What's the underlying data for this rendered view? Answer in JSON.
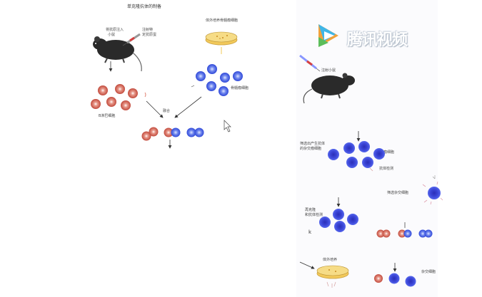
{
  "title": "单克隆抗体的制备",
  "mouse_labels": [
    "将抗原注入",
    "小鼠"
  ],
  "injection_labels": [
    "注射特",
    "定抗原蛋"
  ],
  "dish_label": "体外培养骨髓瘤细胞",
  "myeloma_label": "骨髓瘤细胞",
  "b_cell_label": "B淋巴细胞",
  "fusion_label": "融合",
  "watermark": "腾讯视频",
  "right_mouse_label": "注射小鼠",
  "screen1_labels": [
    "筛选出产生抗体",
    "的杂交瘤细胞"
  ],
  "hybrid_label": "杂交瘤细胞",
  "antibody_label": "抗体检测",
  "screen2_label": "筛选杂交细胞",
  "screen3_labels": [
    "再克隆",
    "和抗体检测"
  ],
  "culture_label": "体外培养",
  "hybrid_label_2": "杂交细胞",
  "colors": {
    "red_cell": "#c24a3c",
    "blue_cell": "#2f48d8",
    "dish": "#f2c95a"
  }
}
